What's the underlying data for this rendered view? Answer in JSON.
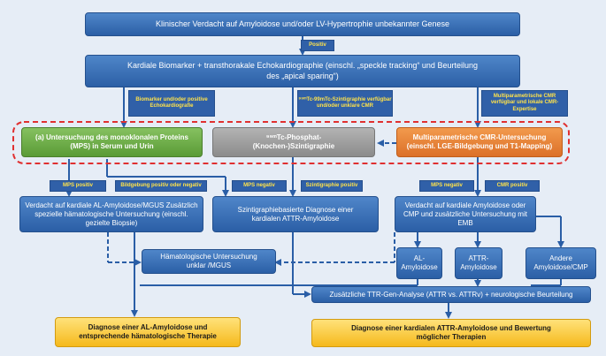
{
  "colors": {
    "blue": "#2b5fa6",
    "green": "#5a9b36",
    "grey": "#8b8b8b",
    "orange": "#dc7028",
    "yellow": "#f5b91c",
    "tag_text": "#ffe24a",
    "dashed_frame": "#e03030"
  },
  "boxes": {
    "top": "Klinischer Verdacht auf Amyloidose und/oder LV-Hypertrophie unbekannter Genese",
    "biomarker": "Kardiale Biomarker + transthorakale Echokardiographie (einschl. „speckle tracking“ und Beurteilung des „apical sparing“)",
    "mps": "(a) Untersuchung des monoklonalen Proteins (MPS) in Serum und Urin",
    "scinti": "⁹⁹ᵐTc-Phosphat-(Knochen-)Szintigraphie",
    "cmr": "Multiparametrische CMR-Untersuchung (einschl. LGE-Bildgebung und T1-Mapping)",
    "al_suspect": "Verdacht auf kardiale AL-Amyloidose/MGUS Zusätzlich spezielle hämatologische Untersuchung (einschl. gezielte Biopsie)",
    "attr_scinti": "Szintigraphiebasierte Diagnose einer kardialen ATTR-Amyloidose",
    "amy_suspect": "Verdacht auf kardiale Amyloidose oder CMP und zusätzliche Untersuchung mit EMB",
    "haem": "Hämatologische Untersuchung unklar /MGUS",
    "al_amy": "AL-Amyloidose",
    "attr_amy": "ATTR-Amyloidose",
    "other_amy": "Andere Amyloidose/CMP",
    "ttr": "Zusätzliche TTR-Gen-Analyse (ATTR vs. ATTRv) + neurologische Beurteilung",
    "dx_al": "Diagnose einer AL-Amyloidose und entsprechende hämatologische Therapie",
    "dx_attr": "Diagnose einer kardialen ATTR-Amyloidose und Bewertung möglicher Therapien"
  },
  "tags": {
    "positiv": "Positiv",
    "bio_echo": "Biomarker und/oder positive Echokardiografie",
    "scinti_avail": "⁹⁹ᵐTc-99mTc-Szintigraphie verfügbar und/oder unklare CMR",
    "cmr_avail": "Multiparametrische CMR verfügbar und lokale CMR-Expertise",
    "mps_pos": "MPS positiv",
    "bild_pos": "Bildgebung positiv oder negativ",
    "mps_neg_1": "MPS negativ",
    "scinti_pos": "Szintigraphie positiv",
    "mps_neg_2": "MPS negativ",
    "cmr_pos": "CMR positiv"
  }
}
